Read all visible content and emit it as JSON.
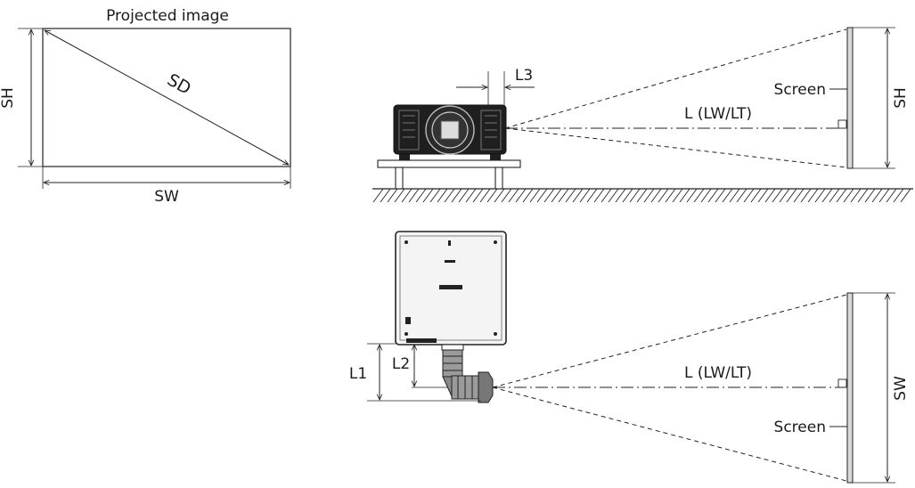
{
  "labels": {
    "projected_image": "Projected image",
    "sh": "SH",
    "sw": "SW",
    "sd": "SD",
    "l3": "L3",
    "screen": "Screen",
    "l_lw_lt": "L (LW/LT)",
    "l1": "L1",
    "l2": "L2"
  },
  "colors": {
    "line": "#222222",
    "screen_fill": "#d9d9d9",
    "projector_body": "#1f1f1f",
    "projector_top": "#f4f4f4",
    "lens_metal": "#9a9a9a"
  }
}
